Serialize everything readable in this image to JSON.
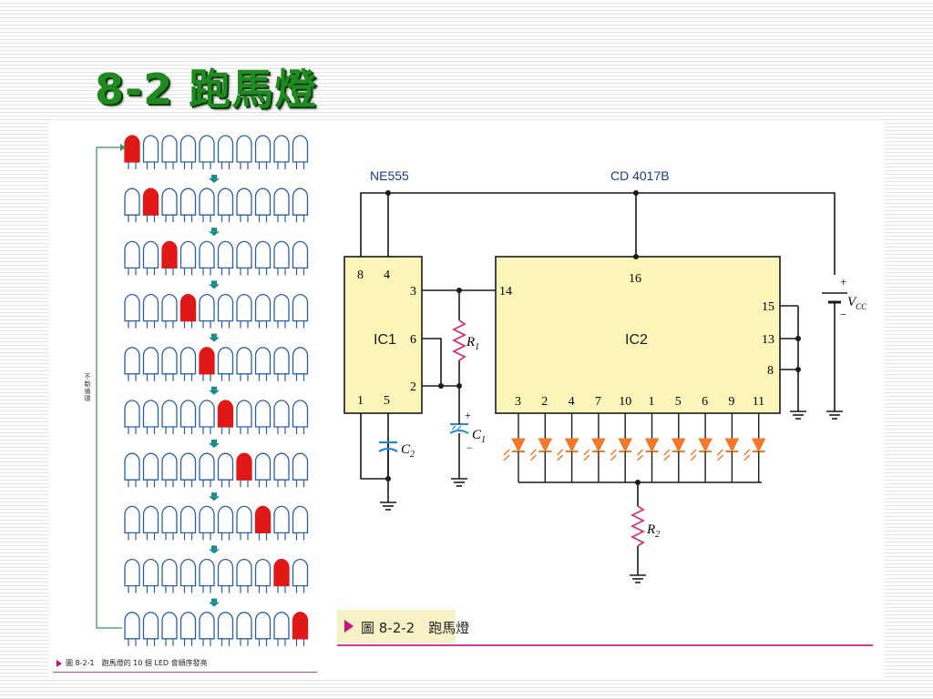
{
  "slide": {
    "title": "8-2 跑馬燈"
  },
  "left_figure": {
    "led_count": 10,
    "rows": 10,
    "lit_color": "#e01818",
    "unlit_color": "#2a5fa8",
    "arrow_color": "#1a8a8a",
    "loop_label": "不斷循環",
    "caption": "圖 8-2-1　跑馬燈的 10 個 LED 會順序發亮"
  },
  "schematic": {
    "ic1_name": "NE555",
    "ic2_name": "CD 4017B",
    "ic1_label": "IC1",
    "ic2_label": "IC2",
    "ic1_pins_top": [
      "8",
      "4"
    ],
    "ic1_pins_right": [
      "3",
      "6",
      "2"
    ],
    "ic1_pins_bottom": [
      "1",
      "5"
    ],
    "ic2_pin_top": "16",
    "ic2_pin_left": "14",
    "ic2_pins_right": [
      "15",
      "13",
      "8"
    ],
    "ic2_pins_bottom": [
      "3",
      "2",
      "4",
      "7",
      "10",
      "1",
      "5",
      "6",
      "9",
      "11"
    ],
    "r1_label": "R",
    "r1_sub": "1",
    "r2_label": "R",
    "r2_sub": "2",
    "c1_label": "C",
    "c1_sub": "1",
    "c2_label": "C",
    "c2_sub": "2",
    "vcc_label": "V",
    "vcc_sub": "CC",
    "plus": "+",
    "minus": "−",
    "ic_fill": "#fbf6b8",
    "wire_color": "#1a1a1a",
    "resistor_color": "#d0357a",
    "cap_color": "#1e8ad6",
    "led_color": "#f07a2a",
    "caption": "圖 8-2-2　跑馬燈"
  }
}
